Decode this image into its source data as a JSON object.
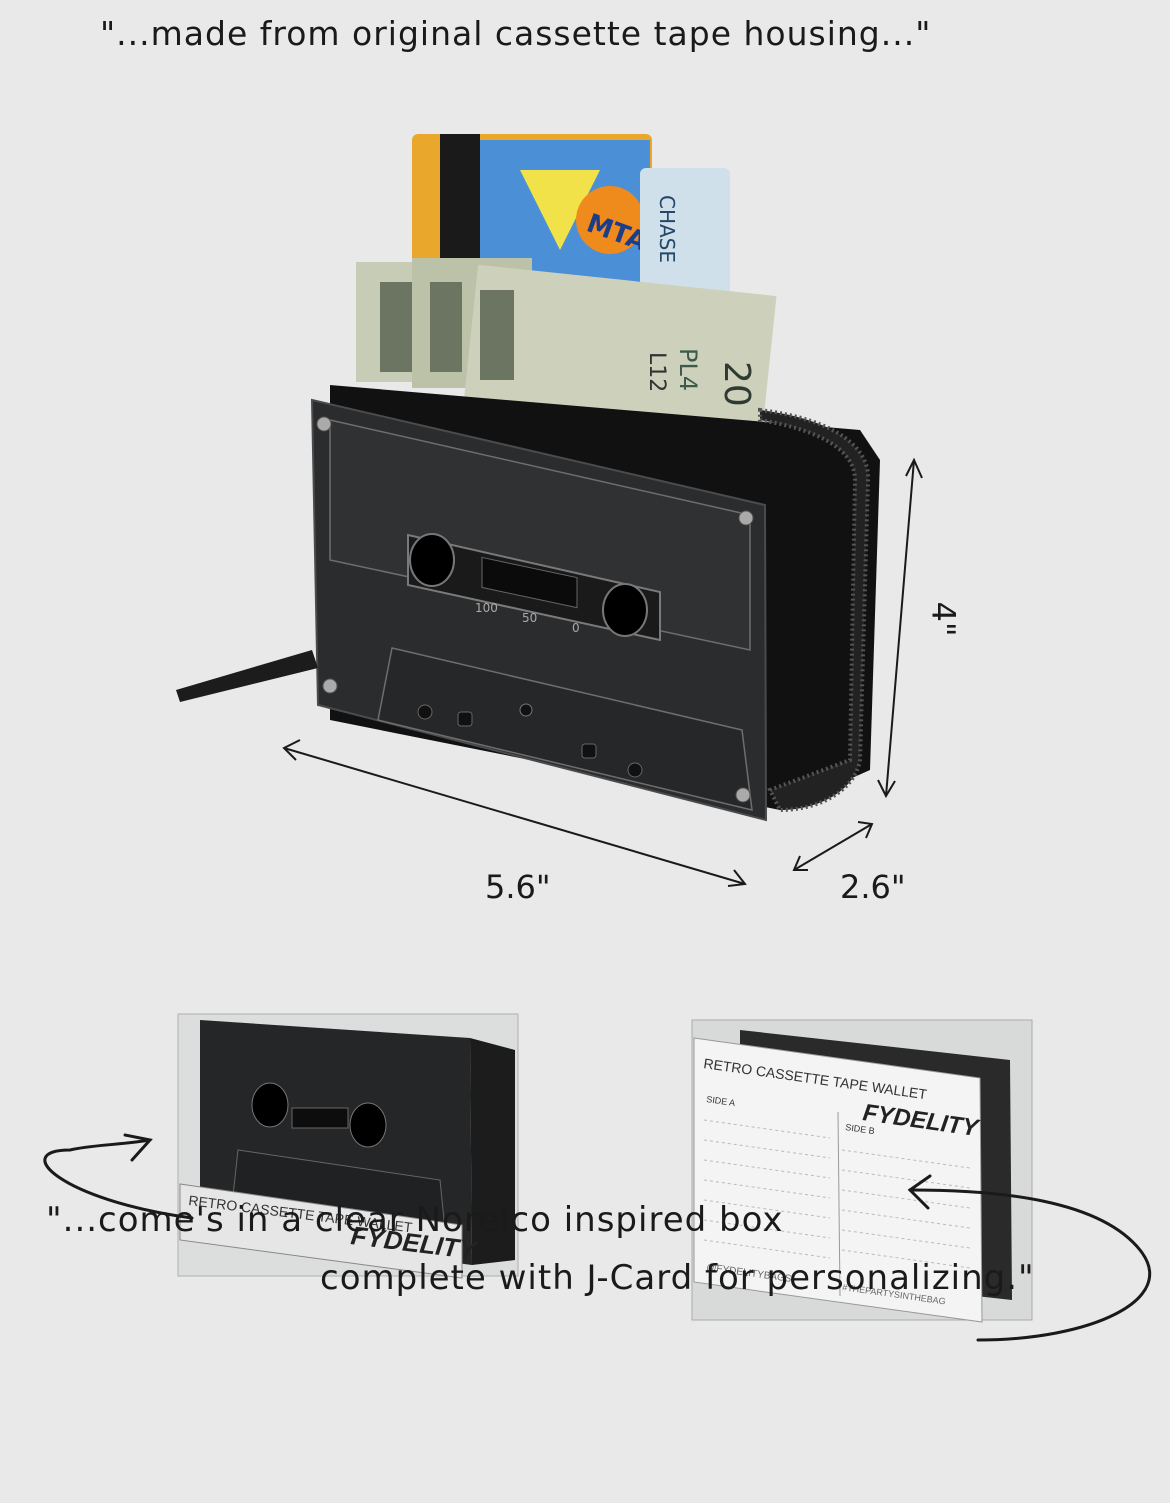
{
  "captions": {
    "top": "\"...made from original cassette tape housing...\"",
    "bottom_line1": "\"...come's in a clear Norelco inspired box",
    "bottom_line2": "complete with J-Card for personalizing.\""
  },
  "dimensions": {
    "width": "5.6\"",
    "height": "4\"",
    "depth": "2.6\""
  },
  "card_text": {
    "mta": "MTA",
    "chase": "CHASE",
    "bill_serial": "PL4",
    "bill_code": "L12",
    "bill_value": "20"
  },
  "cassette_counter": {
    "left": "100",
    "mid": "50",
    "right": "0"
  },
  "box_front": {
    "label": "RETRO CASSETTE TAPE WALLET",
    "brand": "FYDELITY"
  },
  "box_back": {
    "label": "RETRO CASSETTE TAPE WALLET",
    "brand": "FYDELITY",
    "side_a": "SIDE A",
    "side_b": "SIDE B",
    "handle": "@FYDELITYBAGS",
    "hashtag": "#THEPARTYSINTHEBAG"
  },
  "colors": {
    "background": "#e9e9e9",
    "cassette": "#2b2c2d",
    "ink": "#1a1a1a"
  }
}
